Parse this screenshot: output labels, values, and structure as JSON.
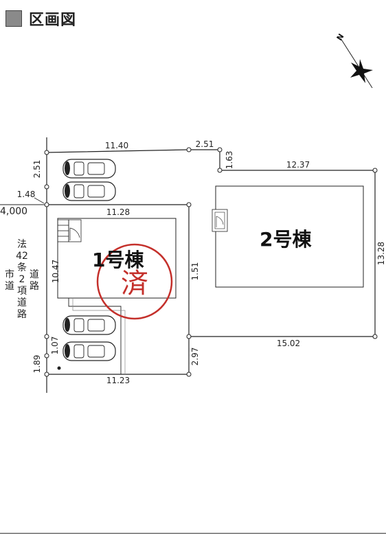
{
  "header": {
    "title": "区画図"
  },
  "compass": {
    "north_label": "N"
  },
  "road": {
    "width": "4,000",
    "label_col1": [
      "法",
      "42",
      "条",
      "2",
      "項",
      "道",
      "路"
    ],
    "label_col2": [
      "市",
      "道"
    ],
    "label_col3": [
      "道",
      "路"
    ]
  },
  "lot1": {
    "name": "1号棟",
    "stamp": "済"
  },
  "lot2": {
    "name": "2号棟"
  },
  "dimensions": {
    "top_left": "11.40",
    "top_mid": "2.51",
    "jog": "1.63",
    "lot2_top": "12.37",
    "lot2_right": "13.28",
    "lot2_bottom": "15.02",
    "left_upper": "2.51",
    "left_148": "1.48",
    "lot1_top": "11.28",
    "lot1_left": "10.47",
    "center": "1.51",
    "left_107": "1.07",
    "left_189": "1.89",
    "right_297": "2.97",
    "bottom": "11.23"
  },
  "colors": {
    "stamp": "#c4302b",
    "header_square": "#8a8a8a"
  }
}
